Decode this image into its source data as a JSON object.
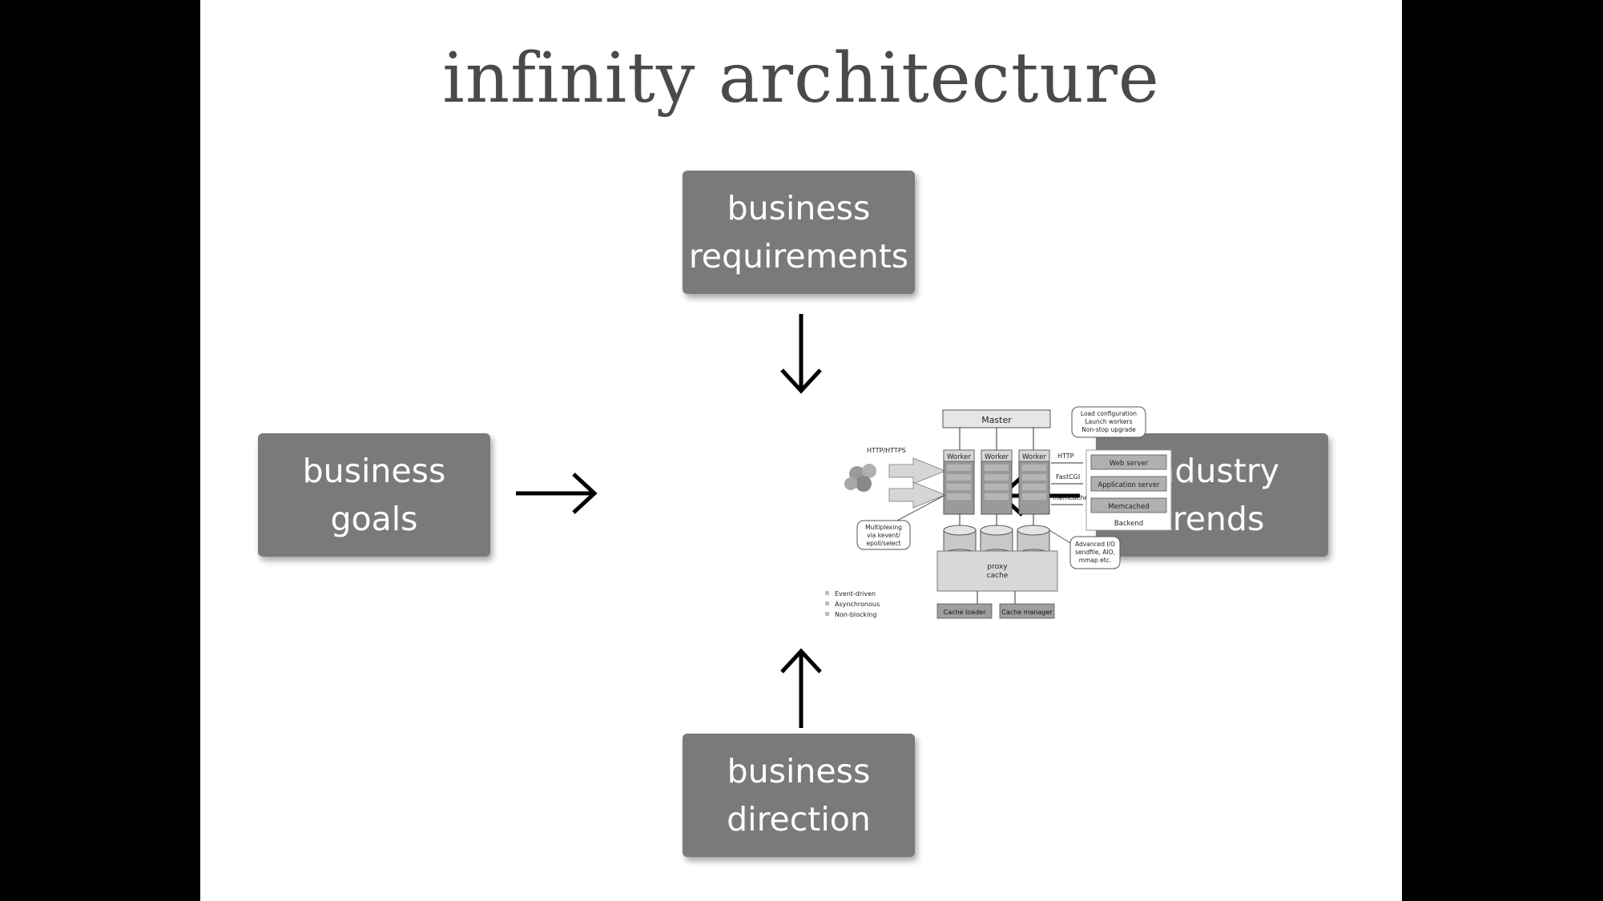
{
  "slide": {
    "title": "infinity architecture",
    "boxes": {
      "top": [
        "business",
        "requirements"
      ],
      "left": [
        "business",
        "goals"
      ],
      "right": [
        "industry",
        "trends"
      ],
      "bottom": [
        "business",
        "direction"
      ]
    }
  },
  "diagram": {
    "master": "Master",
    "master_note": [
      "Load configuration",
      "Launch workers",
      "Non-stop upgrade"
    ],
    "protocol_label": "HTTP/HTTPS",
    "worker_label": "Worker",
    "http_label": "HTTP",
    "fastcgi_label": "FastCGI",
    "memcache_label": "memcache",
    "backends": [
      "Web server",
      "Application server",
      "Memcached"
    ],
    "backend_label": "Backend",
    "multiplex_note": [
      "Multiplexing",
      "via kevent/",
      "epoll/select"
    ],
    "io_note": [
      "Advanced I/O",
      "sendfile, AIO,",
      "mmap etc."
    ],
    "proxy_cache": [
      "proxy",
      "cache"
    ],
    "cache_loader": "Cache loader",
    "cache_manager": "Cache manager",
    "features": [
      "Event-driven",
      "Asynchronous",
      "Non-blocking"
    ]
  },
  "colors": {
    "box": "#7a7a7a",
    "background": "#000000",
    "slide": "#ffffff"
  }
}
